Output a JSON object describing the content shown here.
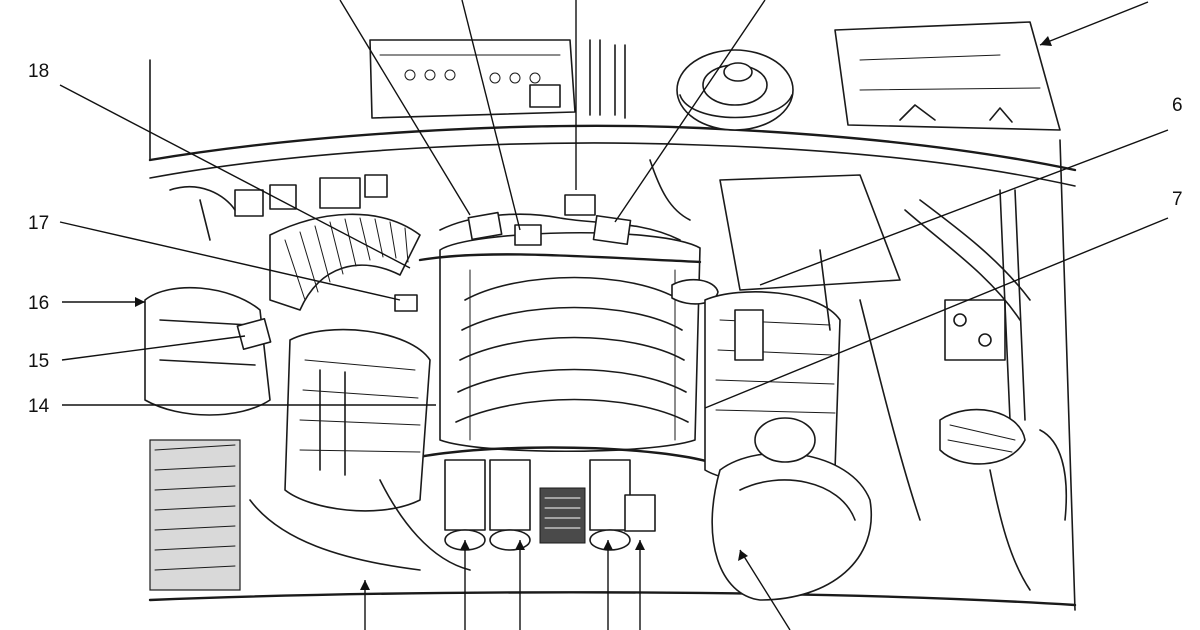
{
  "callouts": [
    {
      "id": "6",
      "label": "6"
    },
    {
      "id": "7",
      "label": "7"
    },
    {
      "id": "14",
      "label": "14"
    },
    {
      "id": "15",
      "label": "15"
    },
    {
      "id": "16",
      "label": "16"
    },
    {
      "id": "17",
      "label": "17"
    },
    {
      "id": "18",
      "label": "18"
    }
  ],
  "colors": {
    "ink": "#1a1a1a",
    "background": "#ffffff",
    "shade": "#d9d9d9"
  }
}
